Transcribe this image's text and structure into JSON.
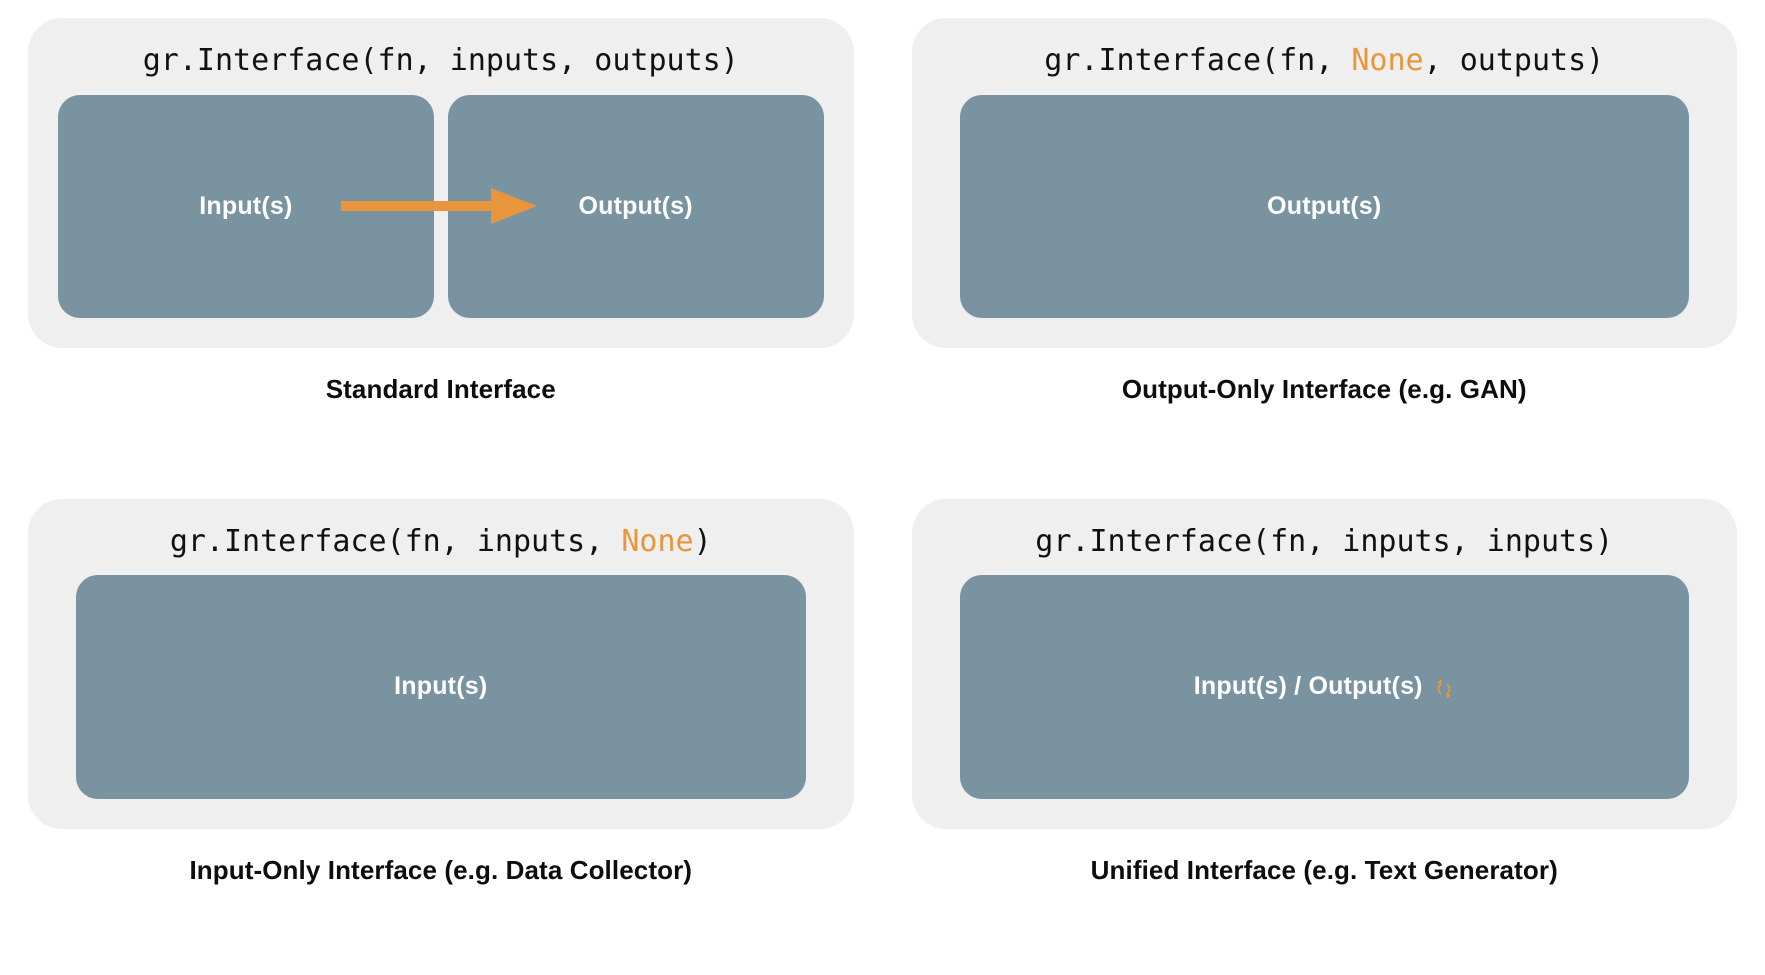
{
  "diagram": {
    "title": "Gradio Interface configurations",
    "colors": {
      "card_bg": "#efeff0",
      "box_fill": "#7a93a0",
      "accent_orange": "#e8963c",
      "text_dark": "#0d0d0d",
      "box_text": "#ffffff",
      "page_bg": "#ffffff"
    },
    "panels": [
      {
        "id": "standard-interface",
        "code_prefix": "gr.Interface(fn, inputs, outputs)",
        "code_parts": [
          {
            "text": "gr.Interface(fn, inputs, outputs)",
            "highlight": false
          }
        ],
        "boxes": [
          {
            "label": "Input(s)",
            "icon": ""
          },
          {
            "label": "Output(s)",
            "icon": ""
          }
        ],
        "arrow": {
          "visible": true,
          "direction": "right",
          "color": "#e8963c"
        },
        "caption": "Standard Interface"
      },
      {
        "id": "output-only-interface",
        "code_parts": [
          {
            "text": "gr.Interface(fn, ",
            "highlight": false
          },
          {
            "text": "None",
            "highlight": true
          },
          {
            "text": ", outputs)",
            "highlight": false
          }
        ],
        "boxes": [
          {
            "label": "Output(s)",
            "icon": ""
          }
        ],
        "arrow": {
          "visible": false,
          "direction": "",
          "color": ""
        },
        "caption": "Output-Only Interface (e.g. GAN)"
      },
      {
        "id": "input-only-interface",
        "code_parts": [
          {
            "text": "gr.Interface(fn, inputs, ",
            "highlight": false
          },
          {
            "text": "None",
            "highlight": true
          },
          {
            "text": ")",
            "highlight": false
          }
        ],
        "boxes": [
          {
            "label": "Input(s)",
            "icon": ""
          }
        ],
        "arrow": {
          "visible": false,
          "direction": "",
          "color": ""
        },
        "caption": "Input-Only Interface (e.g. Data Collector)"
      },
      {
        "id": "unified-interface",
        "code_parts": [
          {
            "text": "gr.Interface(fn, inputs, inputs)",
            "highlight": false
          }
        ],
        "boxes": [
          {
            "label": "Input(s) / Output(s)",
            "icon": "cycle-icon"
          }
        ],
        "arrow": {
          "visible": false,
          "direction": "",
          "color": ""
        },
        "caption": "Unified Interface (e.g. Text Generator)"
      }
    ]
  },
  "p0": {
    "code_a": "gr.Interface(fn, inputs, outputs)",
    "box0": "Input(s)",
    "box1": "Output(s)",
    "caption": "Standard Interface"
  },
  "p1": {
    "code_a": "gr.Interface(fn, ",
    "code_b": "None",
    "code_c": ", outputs)",
    "box0": "Output(s)",
    "caption": "Output-Only Interface (e.g. GAN)"
  },
  "p2": {
    "code_a": "gr.Interface(fn, inputs, ",
    "code_b": "None",
    "code_c": ")",
    "box0": "Input(s)",
    "caption": "Input-Only Interface (e.g. Data Collector)"
  },
  "p3": {
    "code_a": "gr.Interface(fn, inputs, inputs)",
    "box0": "Input(s) / Output(s)",
    "caption": "Unified Interface (e.g. Text Generator)"
  }
}
